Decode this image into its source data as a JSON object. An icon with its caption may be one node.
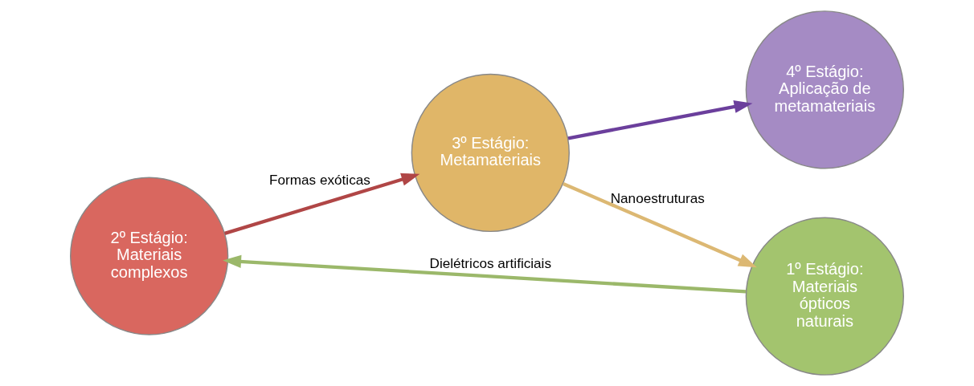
{
  "diagram": {
    "nodes": [
      {
        "text": [
          "2º Estágio:",
          "Materiais complexos"
        ]
      },
      {
        "text": [
          "4º Estágio:",
          "Aplicação de metamateriais"
        ]
      },
      {
        "text": [
          "1º Estágio:",
          "Materiais ópticos naturais"
        ]
      },
      {
        "text": [
          "3º Estágio:",
          "Metamateriais"
        ]
      }
    ],
    "edges": [
      {
        "from": 2,
        "to": 0,
        "arrow": "to",
        "label": "Dielétricos artificiais",
        "color": "#9bb86a"
      },
      {
        "from": 0,
        "to": 3,
        "arrow": "to",
        "label": "Formas exóticas",
        "color": "#b04646"
      },
      {
        "from": 3,
        "to": 2,
        "arrow": "to",
        "label": "Nanoestruturas",
        "color": "#dcb873"
      },
      {
        "from": 3,
        "to": 1,
        "arrow": "to",
        "color": "#6b3f9c"
      }
    ]
  }
}
